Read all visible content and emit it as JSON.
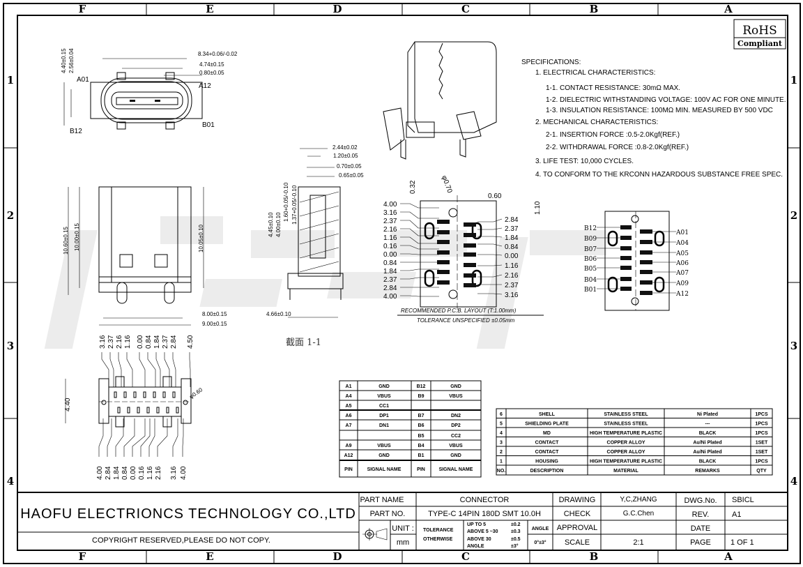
{
  "zones": {
    "columns": [
      "F",
      "E",
      "D",
      "C",
      "B",
      "A"
    ],
    "rows": [
      "1",
      "2",
      "3",
      "4"
    ]
  },
  "rohs": {
    "line1": "RoHS",
    "line2": "Compliant"
  },
  "watermark": "皓富电子",
  "specifications": [
    "SPECIFICATIONS:",
    "1. ELECTRICAL CHARACTERISTICS:",
    "1-1. CONTACT RESISTANCE: 30mΩ MAX.",
    "1-2. DIELECTRIC WITHSTANDING VOLTAGE: 100V AC FOR ONE MINUTE.",
    "1-3. INSULATION RESISTANCE: 100MΩ MIN. MEASURED BY 500 VDC",
    "2. MECHANICAL CHARACTERISTICS:",
    "2-1. INSERTION FORCE :0.5-2.0Kgf(REF.)",
    "2-2. WITHDRAWAL FORCE :0.8-2.0Kgf(REF.)",
    "3. LIFE TEST: 10,000 CYCLES.",
    "4. TO CONFORM TO THE KRCONN HAZARDOUS SUBSTANCE FREE SPEC."
  ],
  "front_view": {
    "dims": [
      "8.34+0.06/-0.02",
      "4.74±0.15",
      "0.80±0.05",
      "4.40±0.15",
      "2.56±0.04"
    ],
    "pin_labels": [
      "A01",
      "A12",
      "B12",
      "B01"
    ]
  },
  "top_view": {
    "dims": [
      "10.60±0.15",
      "10.00±0.15",
      "10.05±0.10",
      "8.00±0.15",
      "9.00±0.15"
    ]
  },
  "section_view": {
    "dims": [
      "2.44±0.02",
      "1.20±0.05",
      "0.70±0.05",
      "0.65±0.05",
      "4.45±0.10",
      "4.00±0.10",
      "1.60+0.05/-0.10",
      "1.37+0.05/-0.10",
      "4.66±0.10"
    ],
    "caption": "截面 1-1"
  },
  "bottom_view": {
    "top_dims": [
      "3.16",
      "2.37",
      "2.16",
      "1.16",
      "0.00",
      "0.84",
      "1.84",
      "2.37",
      "2.84",
      "4.50"
    ],
    "bottom_dims": [
      "4.00",
      "2.84",
      "1.84",
      "0.84",
      "0.00",
      "0.16",
      "1.16",
      "2.16",
      "3.16",
      "4.00"
    ],
    "height_dim": "4.40",
    "hole_dim": "φ0.60"
  },
  "pcb_layout": {
    "left_dims": [
      "4.00",
      "3.16",
      "2.37",
      "2.16",
      "1.16",
      "0.16",
      "0.00",
      "0.84",
      "1.84",
      "2.37",
      "2.84",
      "4.00"
    ],
    "right_dims": [
      "2.84",
      "2.37",
      "1.84",
      "0.84",
      "0.00",
      "1.16",
      "2.16",
      "2.37",
      "3.16"
    ],
    "top_dims": [
      "0.32",
      "φ0.70",
      "0.60",
      "1.10"
    ],
    "caption": "RECOMMENDED  P.C.B. LAYOUT  (T:1.00mm)",
    "tolerance": "TOLERANCE UNSPECIFIED ±0.05mm"
  },
  "pin_map": {
    "left": [
      "B12",
      "B09",
      "B07",
      "B06",
      "B05",
      "B04",
      "B01"
    ],
    "right": [
      "A01",
      "A04",
      "A05",
      "A06",
      "A07",
      "A09",
      "A12"
    ]
  },
  "pin_table": {
    "rows": [
      [
        "A1",
        "GND",
        "B12",
        "GND"
      ],
      [
        "A4",
        "VBUS",
        "B9",
        "VBUS"
      ],
      [
        "A5",
        "CC1",
        "",
        ""
      ],
      [
        "A6",
        "DP1",
        "B7",
        "DN2"
      ],
      [
        "A7",
        "DN1",
        "B6",
        "DP2"
      ],
      [
        "",
        "",
        "B5",
        "CC2"
      ],
      [
        "A9",
        "VBUS",
        "B4",
        "VBUS"
      ],
      [
        "A12",
        "GND",
        "B1",
        "GND"
      ]
    ],
    "headers": [
      "PIN",
      "SIGNAL NAME",
      "PIN",
      "SIGNAL NAME"
    ]
  },
  "bom": {
    "rows": [
      [
        "6",
        "SHELL",
        "STAINLESS STEEL",
        "Ni Plated",
        "1PCS"
      ],
      [
        "5",
        "SHIELDING PLATE",
        "STAINLESS STEEL",
        "---",
        "1PCS"
      ],
      [
        "4",
        "MD",
        "HIGH TEMPERATURE PLASTIC",
        "BLACK",
        "1PCS"
      ],
      [
        "3",
        "CONTACT",
        "COPPER ALLOY",
        "Au/Ni Plated",
        "1SET"
      ],
      [
        "2",
        "CONTACT",
        "COPPER ALLOY",
        "Au/Ni Plated",
        "1SET"
      ],
      [
        "1",
        "HOUSING",
        "HIGH TEMPERATURE PLASTIC",
        "BLACK",
        "1PCS"
      ]
    ],
    "headers": [
      "NO.",
      "DESCRIPTION",
      "MATERIAL",
      "REMARKS",
      "QTY"
    ]
  },
  "title_block": {
    "company": "HAOFU ELECTRIONCS TECHNOLOGY CO.,LTD",
    "copyright": "COPYRIGHT RESERVED,PLEASE DO NOT COPY.",
    "part_name_label": "PART NAME",
    "part_name": "CONNECTOR",
    "part_no_label": "PART NO.",
    "part_no": "TYPE-C 14PIN 180D SMT 10.0H",
    "unit_label": "UNIT :",
    "unit": "mm",
    "tolerance_label1": "TOLERANCE",
    "tolerance_label2": "OTHERWISE",
    "tol_ranges": [
      "UP TO 5",
      "ABOVE 5 ~30",
      "ABOVE 30",
      "ANGLE"
    ],
    "tol_values": [
      "±0.2",
      "±0.3",
      "±0.5",
      "±3°"
    ],
    "angle_label": "ANGLE",
    "angle_value": "0°±3°",
    "drawing_label": "DRAWING",
    "drawing": "Y,C,ZHANG",
    "check_label": "CHECK",
    "check": "G.C.Chen",
    "approval_label": "APPROVAL",
    "approval": "",
    "scale_label": "SCALE",
    "scale": "2:1",
    "dwg_no_label": "DWG.No.",
    "dwg_no": "SBICL",
    "rev_label": "REV.",
    "rev": "A1",
    "date_label": "DATE",
    "date": "",
    "page_label": "PAGE",
    "page": "1 OF 1"
  }
}
